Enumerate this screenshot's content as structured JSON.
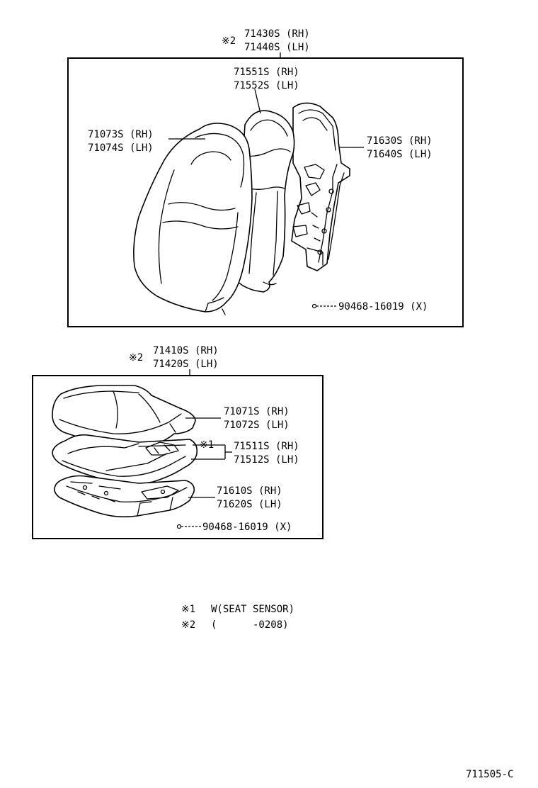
{
  "diagram_code": "711505-C",
  "seatback_group": {
    "marker": "※2",
    "assembly": [
      "71430S (RH)",
      "71440S (LH)"
    ],
    "pad": [
      "71551S (RH)",
      "71552S (LH)"
    ],
    "cover": [
      "71073S (RH)",
      "71074S (LH)"
    ],
    "frame": [
      "71630S (RH)",
      "71640S (LH)"
    ],
    "clip": "90468-16019 (X)"
  },
  "cushion_group": {
    "marker": "※2",
    "assembly": [
      "71410S (RH)",
      "71420S (LH)"
    ],
    "cover": [
      "71071S (RH)",
      "71072S (LH)"
    ],
    "pad_marker": "※1",
    "pad": [
      "71511S (RH)",
      "71512S (LH)"
    ],
    "frame": [
      "71610S (RH)",
      "71620S (LH)"
    ],
    "clip": "90468-16019 (X)"
  },
  "footnotes": [
    {
      "marker": "※1",
      "text": "W(SEAT SENSOR)"
    },
    {
      "marker": "※2",
      "text": "(      -0208)"
    }
  ]
}
